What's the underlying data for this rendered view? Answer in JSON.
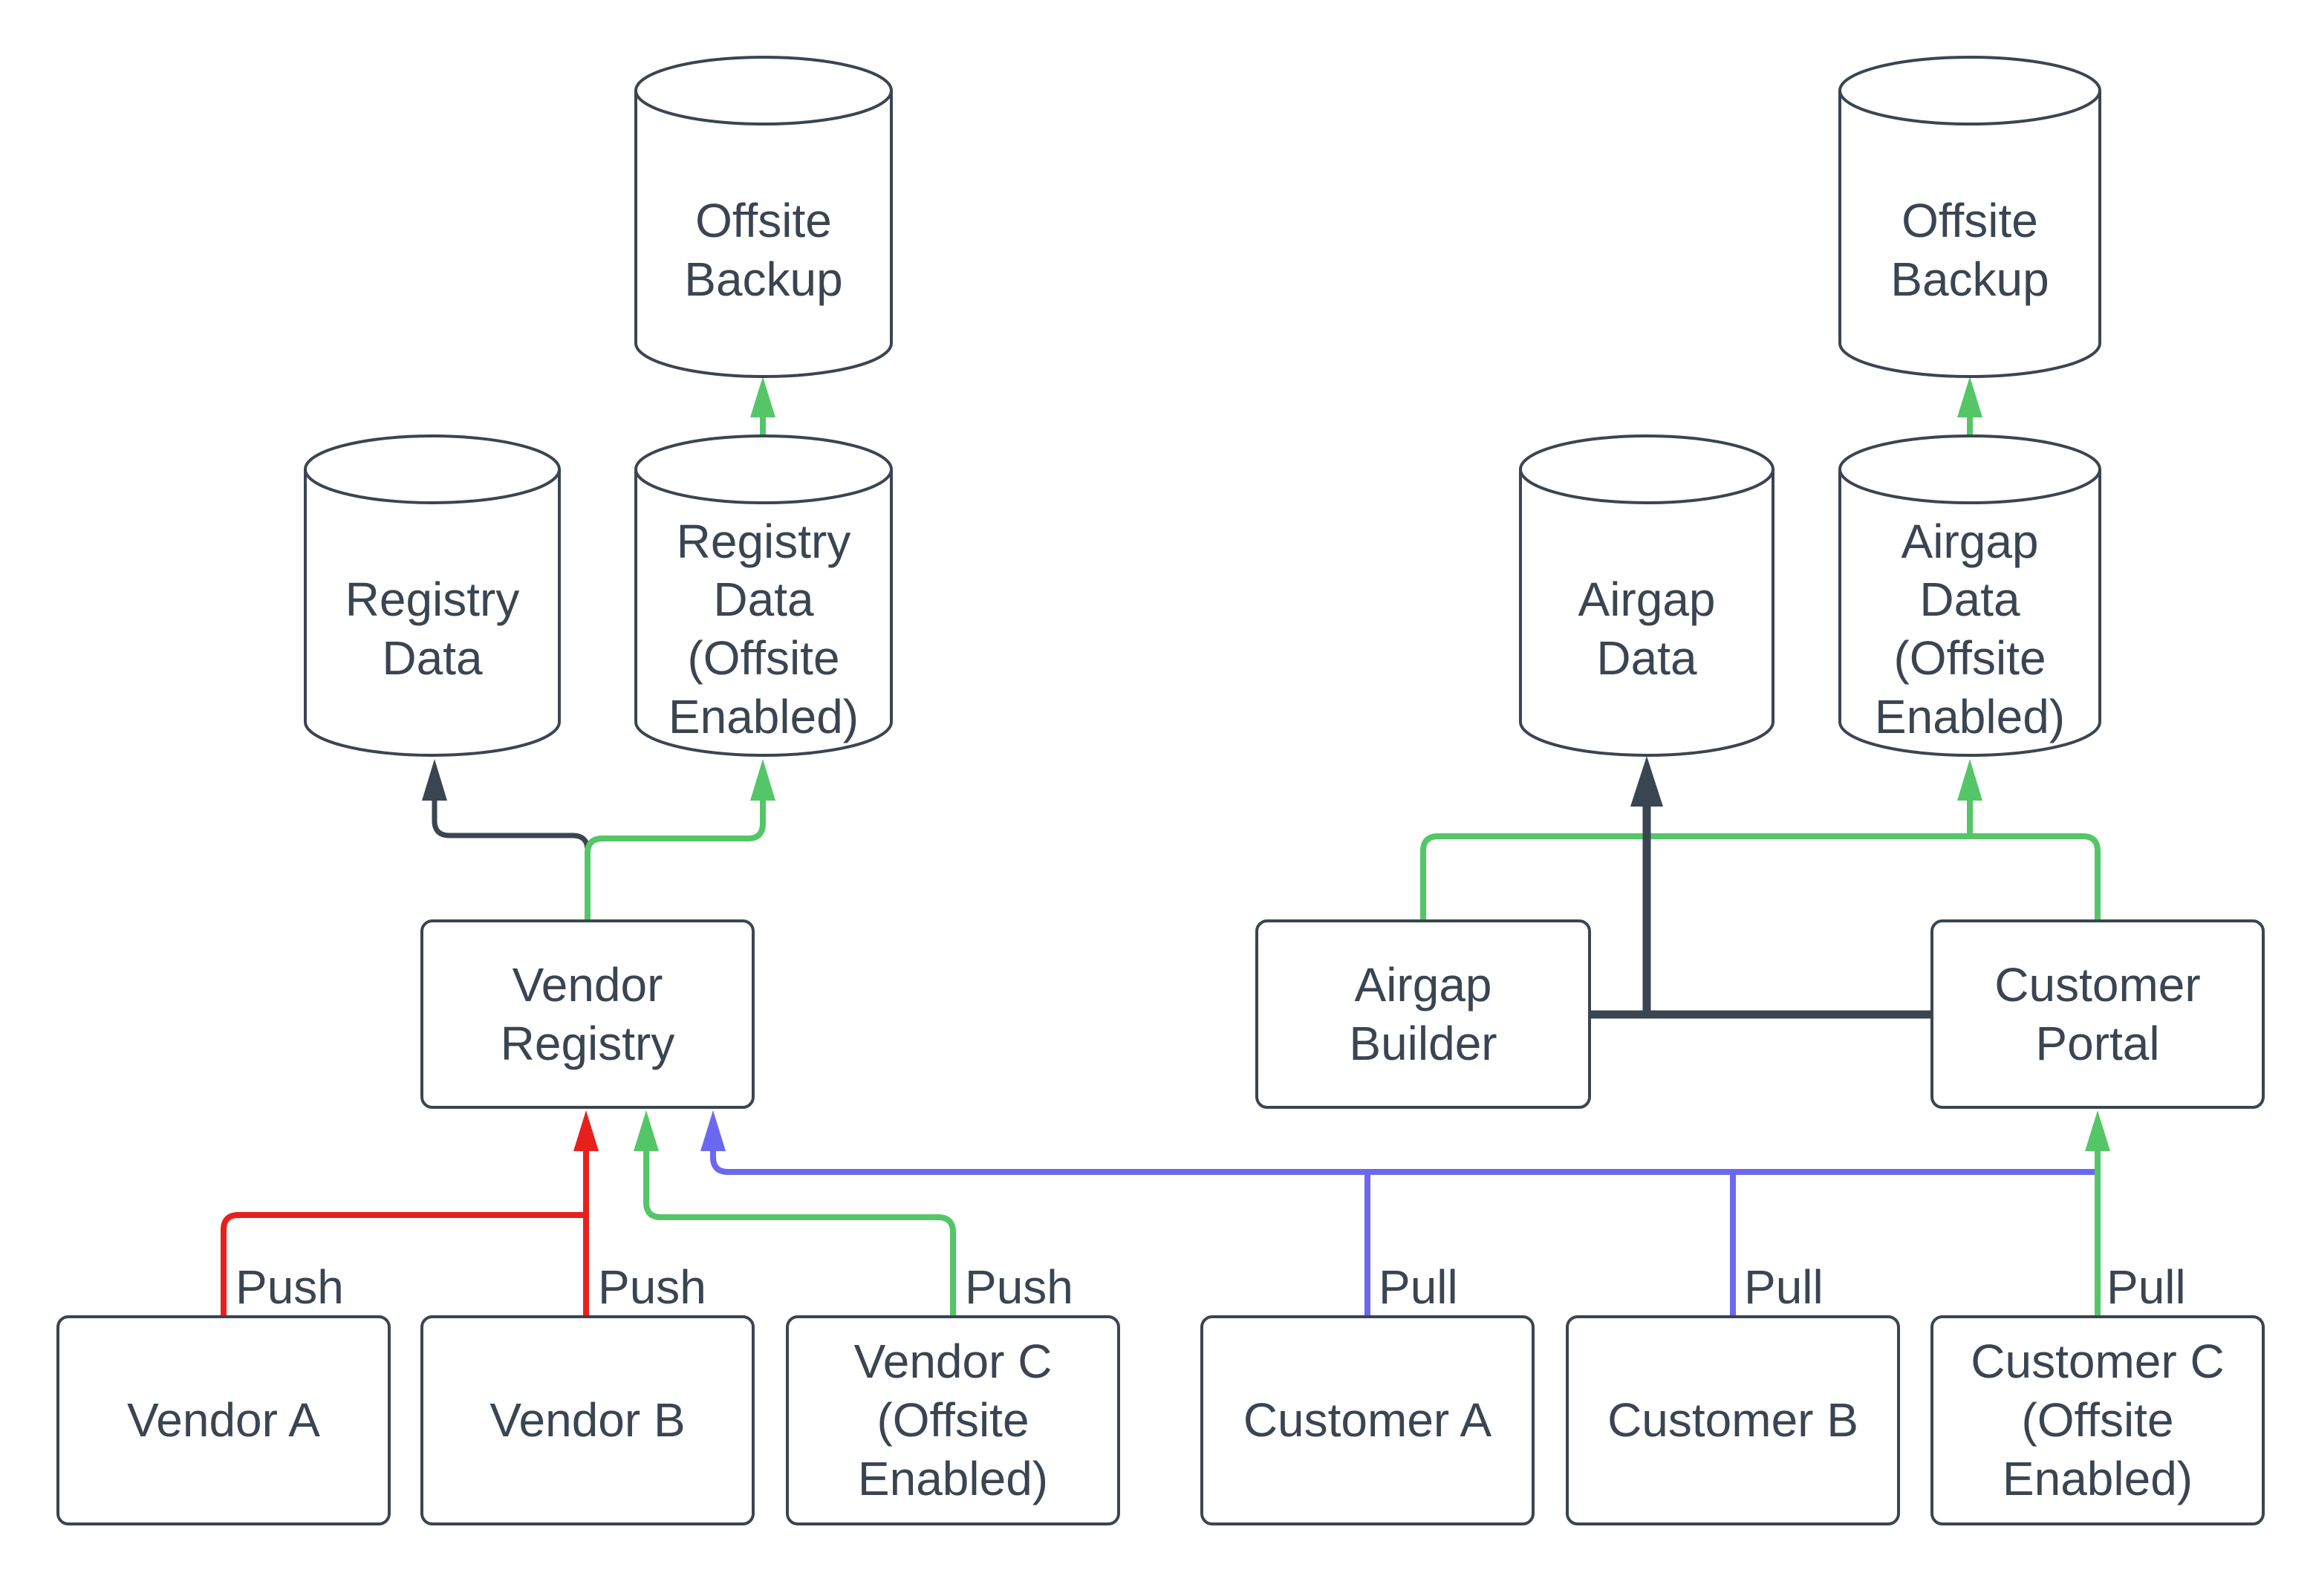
{
  "colors": {
    "stroke": "#3a4552",
    "text": "#3a4552",
    "red": "#e8201c",
    "green": "#55c667",
    "blue": "#6b68f0",
    "fill": "#ffffff",
    "background": "#ffffff"
  },
  "cylinders": {
    "offsite_backup_left": {
      "lines": [
        "Offsite",
        "Backup"
      ]
    },
    "registry_data": {
      "lines": [
        "Registry",
        "Data"
      ]
    },
    "registry_data_offsite": {
      "lines": [
        "Registry",
        "Data",
        "(Offsite",
        "Enabled)"
      ]
    },
    "offsite_backup_right": {
      "lines": [
        "Offsite",
        "Backup"
      ]
    },
    "airgap_data": {
      "lines": [
        "Airgap",
        "Data"
      ]
    },
    "airgap_data_offsite": {
      "lines": [
        "Airgap",
        "Data",
        "(Offsite",
        "Enabled)"
      ]
    }
  },
  "nodes": {
    "vendor_registry": {
      "lines": [
        "Vendor",
        "Registry"
      ]
    },
    "airgap_builder": {
      "lines": [
        "Airgap",
        "Builder"
      ]
    },
    "customer_portal": {
      "lines": [
        "Customer",
        "Portal"
      ]
    },
    "vendor_a": {
      "lines": [
        "Vendor A"
      ]
    },
    "vendor_b": {
      "lines": [
        "Vendor B"
      ]
    },
    "vendor_c": {
      "lines": [
        "Vendor C",
        "(Offsite",
        "Enabled)"
      ]
    },
    "customer_a": {
      "lines": [
        "Customer A"
      ]
    },
    "customer_b": {
      "lines": [
        "Customer B"
      ]
    },
    "customer_c": {
      "lines": [
        "Customer C",
        "(Offsite",
        "Enabled)"
      ]
    }
  },
  "edge_labels": {
    "push_vendor_a": "Push",
    "push_vendor_b": "Push",
    "push_vendor_c": "Push",
    "pull_customer_a": "Pull",
    "pull_customer_b": "Pull",
    "pull_customer_c": "Pull"
  }
}
